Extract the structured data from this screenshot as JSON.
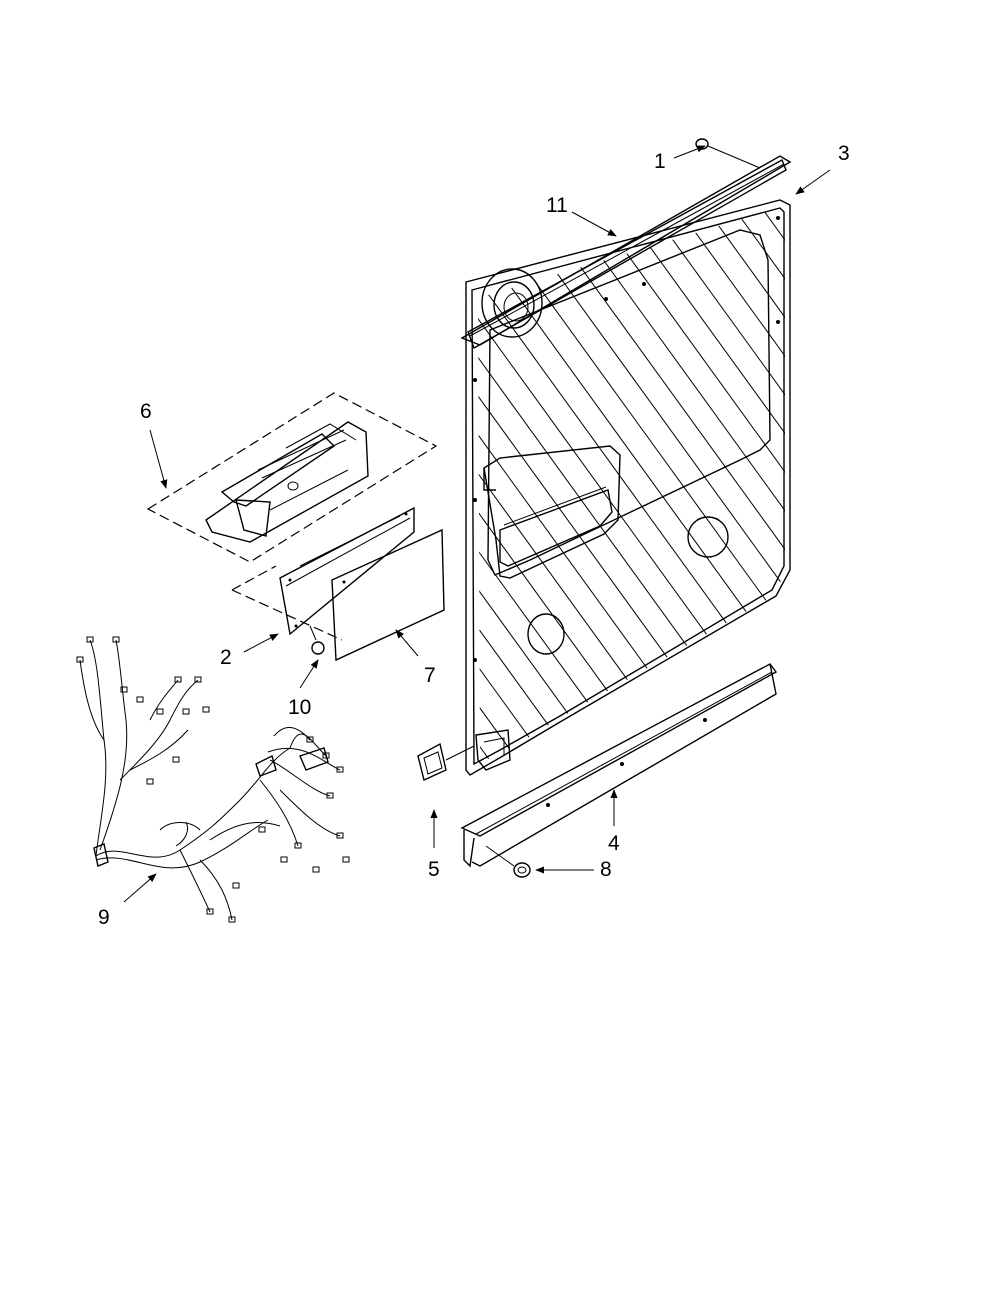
{
  "callouts": {
    "c1": "1",
    "c2": "2",
    "c3": "3",
    "c4": "4",
    "c5": "5",
    "c6": "6",
    "c7": "7",
    "c8": "8",
    "c9": "9",
    "c10": "10",
    "c11": "11"
  },
  "icons": [
    "arrow-icon"
  ]
}
